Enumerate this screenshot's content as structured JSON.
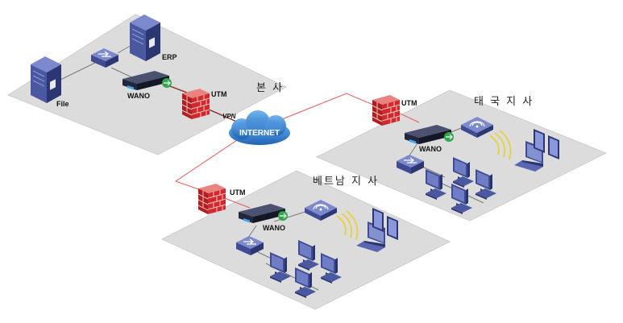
{
  "colors": {
    "platform": "#dcdcdc",
    "platform_edge": "#c4c4c4",
    "server": "#3a4788",
    "server_light": "#6b79c2",
    "firewall": "#c41f25",
    "cloud": "#2f7fd0",
    "link_red": "#e05a5a",
    "link_gray": "#7a7a7a",
    "wifi": "#e5d24a"
  },
  "icons": {
    "server": "server-icon",
    "switch": "switch-icon",
    "wan_optimizer": "wan-optimizer-icon",
    "firewall": "firewall-icon",
    "cloud": "cloud-icon",
    "access_point": "wireless-access-point-icon",
    "desktop": "desktop-computer-icon",
    "laptop": "laptop-icon",
    "tablet": "tablet-icon"
  },
  "hq": {
    "site_label": "본 사",
    "file_label": "File",
    "erp_label": "ERP",
    "wano_label": "WANO",
    "utm_label": "UTM",
    "vpn_label": "VPN"
  },
  "internet": {
    "label": "INTERNET"
  },
  "thailand": {
    "site_label": "태 국 지 사",
    "utm_label": "UTM",
    "wano_label": "WANO"
  },
  "vietnam": {
    "site_label": "베트남 지 사",
    "utm_label": "UTM",
    "wano_label": "WANO"
  }
}
